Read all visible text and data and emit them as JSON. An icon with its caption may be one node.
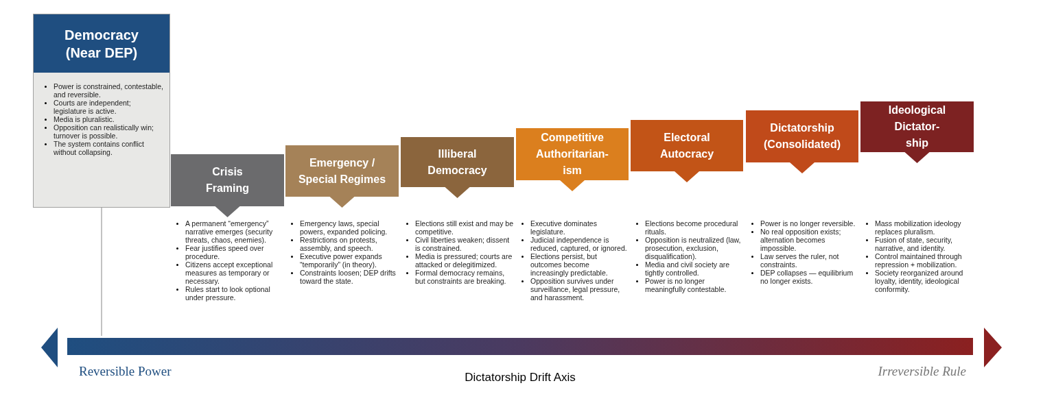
{
  "diagram": {
    "nodes": [
      {
        "text": [
          "Democracy (Near DEP)",
          "Power is constrained, contestable, and reversible.",
          "Courts are independent; legislature is active.",
          "Media is pluralistic.",
          "Opposition can realistically win; turnover is possible.",
          "The system contains conflict without collapsing."
        ]
      },
      {
        "text": [
          "Crisis Framing"
        ],
        "beside": [
          "A permanent “emergency” narrative emerges (security threats, chaos, enemies).",
          "Fear justifies speed over procedure.",
          "Citizens accept exceptional measures as temporary or necessary.",
          "Rules start to look optional under pressure."
        ]
      },
      {
        "text": [
          "Emergency / Special Regimes"
        ],
        "beside": [
          "Emergency laws, special powers, expanded policing.",
          "Restrictions on protests, assembly, and speech.",
          "Executive power expands “temporarily” (in theory).",
          "Constraints loosen; DEP drifts toward the state."
        ]
      },
      {
        "text": [
          "Illiberal Democracy"
        ],
        "beside": [
          "Elections still exist and may be competitive.",
          "Civil liberties weaken; dissent is constrained.",
          "Media is pressured; courts are attacked or delegitimized.",
          "Formal democracy remains, but constraints are breaking."
        ]
      },
      {
        "text": [
          "Competitive Authoritarian- ism"
        ],
        "beside": [
          "Executive dominates legislature.",
          "Judicial independence is reduced, captured, or ignored.",
          "Elections persist, but outcomes become increasingly predictable.",
          "Opposition survives under surveillance, legal pressure, and harassment."
        ]
      },
      {
        "text": [
          "Electoral Autocracy"
        ],
        "beside": [
          "Elections become procedural rituals.",
          "Opposition is neutralized (law, prosecution, exclusion, disqualification).",
          "Media and civil society are tightly controlled.",
          "Power is no longer meaningfully contestable."
        ]
      },
      {
        "text": [
          "Dictatorship (Consolidated)"
        ],
        "beside": [
          "Power is no longer reversible.",
          "No real opposition exists; alternation becomes impossible.",
          "Law serves the ruler, not constraints.",
          "DEP collapses — equilibrium no longer exists."
        ]
      },
      {
        "text": [
          "Ideological Dictator- ship"
        ],
        "beside": [
          "Mass mobilization ideology replaces pluralism.",
          "Fusion of state, security, narrative, and identity.",
          "Control maintained through repression + mobilization.",
          "Society reorganized around loyalty, identity, ideological conformity."
        ]
      }
    ],
    "labels": [
      "Reversible Power",
      "Dictatorship Drift Axis",
      "Irreversible Rule"
    ]
  }
}
